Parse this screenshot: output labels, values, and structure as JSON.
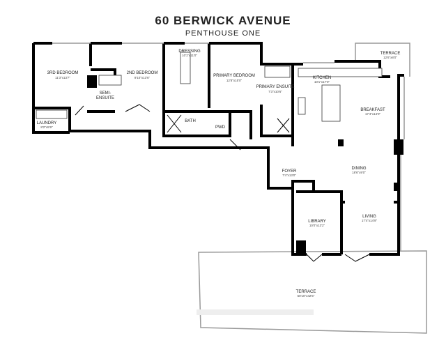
{
  "header": {
    "title": "60 BERWICK AVENUE",
    "subtitle": "PENTHOUSE ONE"
  },
  "rooms": [
    {
      "name": "3RD BEDROOM",
      "dim": "11'3\"x13'7\""
    },
    {
      "name": "2ND BEDROOM",
      "dim": "9'10\"x13'6\""
    },
    {
      "name": "SEMI-",
      "dim": "ENSUITE"
    },
    {
      "name": "LAUNDRY",
      "dim": "8'2\"x5'9\""
    },
    {
      "name": "DRESSING",
      "dim": "10'1\"x11'0\""
    },
    {
      "name": "PRIMARY BEDROOM",
      "dim": "12'8\"x15'0\""
    },
    {
      "name": "BATH",
      "dim": ""
    },
    {
      "name": "PWD",
      "dim": ""
    },
    {
      "name": "PRIMARY ENSUITE",
      "dim": "7'3\"x10'6\""
    },
    {
      "name": "KITCHEN",
      "dim": "10'1\"x17'0\""
    },
    {
      "name": "TERRACE",
      "dim": "12'6\"x8'0\""
    },
    {
      "name": "BREAKFAST",
      "dim": "17'4\"x14'0\""
    },
    {
      "name": "FOYER",
      "dim": "7'4\"x13'0\""
    },
    {
      "name": "DINING",
      "dim": "18'6\"x9'0\""
    },
    {
      "name": "LIBRARY",
      "dim": "10'0\"x13'2\""
    },
    {
      "name": "LIVING",
      "dim": "17'4\"x14'9\""
    },
    {
      "name": "TERRACE",
      "dim": "50'10\"x42'5\""
    }
  ]
}
